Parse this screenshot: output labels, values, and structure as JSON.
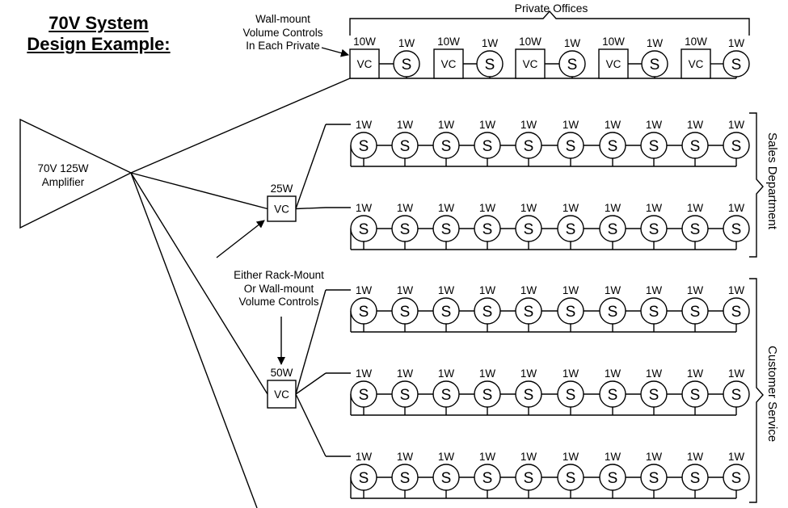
{
  "title": {
    "line1": "70V System",
    "line2": "Design Example:"
  },
  "amplifier": {
    "line1": "70V 125W",
    "line2": "Amplifier"
  },
  "notes": {
    "wall_mount": [
      "Wall-mount",
      "Volume Controls",
      "In Each Private"
    ],
    "either": [
      "Either Rack-Mount",
      "Or Wall-mount",
      "Volume Controls"
    ]
  },
  "groups": {
    "private_offices": "Private Offices",
    "sales_department": "Sales Department",
    "customer_service": "Customer Service"
  },
  "private_offices": {
    "units": [
      {
        "vc_watt": "10W",
        "vc_label": "VC",
        "speaker_watt": "1W",
        "speaker_label": "S"
      },
      {
        "vc_watt": "10W",
        "vc_label": "VC",
        "speaker_watt": "1W",
        "speaker_label": "S"
      },
      {
        "vc_watt": "10W",
        "vc_label": "VC",
        "speaker_watt": "1W",
        "speaker_label": "S"
      },
      {
        "vc_watt": "10W",
        "vc_label": "VC",
        "speaker_watt": "1W",
        "speaker_label": "S"
      },
      {
        "vc_watt": "10W",
        "vc_label": "VC",
        "speaker_watt": "1W",
        "speaker_label": "S"
      }
    ]
  },
  "volume_controls": [
    {
      "watt": "25W",
      "label": "VC"
    },
    {
      "watt": "50W",
      "label": "VC"
    }
  ],
  "speaker_rows": [
    {
      "group": "sales_department",
      "speakers": [
        "1W",
        "1W",
        "1W",
        "1W",
        "1W",
        "1W",
        "1W",
        "1W",
        "1W",
        "1W"
      ]
    },
    {
      "group": "sales_department",
      "speakers": [
        "1W",
        "1W",
        "1W",
        "1W",
        "1W",
        "1W",
        "1W",
        "1W",
        "1W",
        "1W"
      ]
    },
    {
      "group": "customer_service",
      "speakers": [
        "1W",
        "1W",
        "1W",
        "1W",
        "1W",
        "1W",
        "1W",
        "1W",
        "1W",
        "1W"
      ]
    },
    {
      "group": "customer_service",
      "speakers": [
        "1W",
        "1W",
        "1W",
        "1W",
        "1W",
        "1W",
        "1W",
        "1W",
        "1W",
        "1W"
      ]
    },
    {
      "group": "customer_service",
      "speakers": [
        "1W",
        "1W",
        "1W",
        "1W",
        "1W",
        "1W",
        "1W",
        "1W",
        "1W",
        "1W"
      ]
    }
  ],
  "speaker_label": "S"
}
